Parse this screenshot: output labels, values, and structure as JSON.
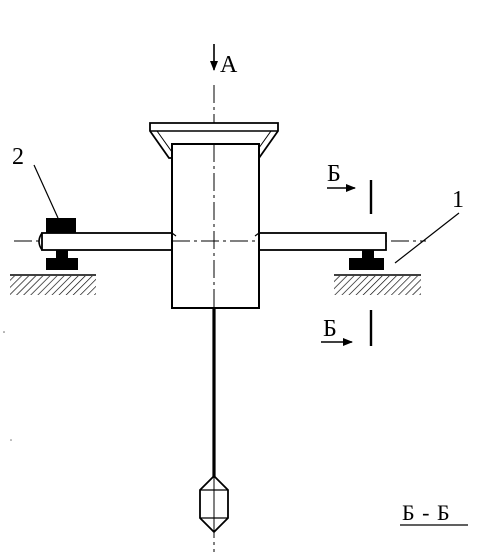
{
  "labels": {
    "view_marker": "А",
    "part_left": "2",
    "part_right": "1",
    "section_top": "Б",
    "section_bottom": "Б",
    "section_title": "Б - Б"
  }
}
